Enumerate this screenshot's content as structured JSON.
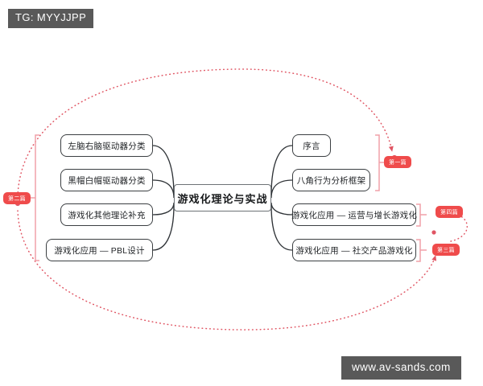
{
  "overlay": {
    "tg_tag": "TG: MYYJJPP",
    "watermark": "www.av-sands.com"
  },
  "palette": {
    "node_border": "#3b3f42",
    "center_border": "#6d7276",
    "badge_red": "#ef4b4b",
    "bracket_pink": "#f0a0a8",
    "dotted_red": "#e05563",
    "chip_gray": "#595959"
  },
  "mindmap": {
    "center": {
      "label": "游戏化理论与实战"
    },
    "left_nodes": [
      {
        "label": "左脑右脑驱动器分类"
      },
      {
        "label": "黑帽白帽驱动器分类"
      },
      {
        "label": "游戏化其他理论补充"
      },
      {
        "label": "游戏化应用 — PBL设计"
      }
    ],
    "right_nodes": [
      {
        "label": "序言"
      },
      {
        "label": "八角行为分析框架"
      },
      {
        "label": "游戏化应用 — 运营与增长游戏化"
      },
      {
        "label": "游戏化应用 — 社交产品游戏化"
      }
    ],
    "badges": [
      {
        "label": "第一篇",
        "groups": "序言 + 八角行为分析框架"
      },
      {
        "label": "第二篇",
        "groups": "左脑右脑驱动器分类 / 黑帽白帽驱动器分类 / 游戏化其他理论补充 / 游戏化应用 — PBL设计"
      },
      {
        "label": "第三篇",
        "groups": "游戏化应用 — 社交产品游戏化"
      },
      {
        "label": "第四篇",
        "groups": "游戏化应用 — 运营与增长游戏化"
      }
    ]
  }
}
